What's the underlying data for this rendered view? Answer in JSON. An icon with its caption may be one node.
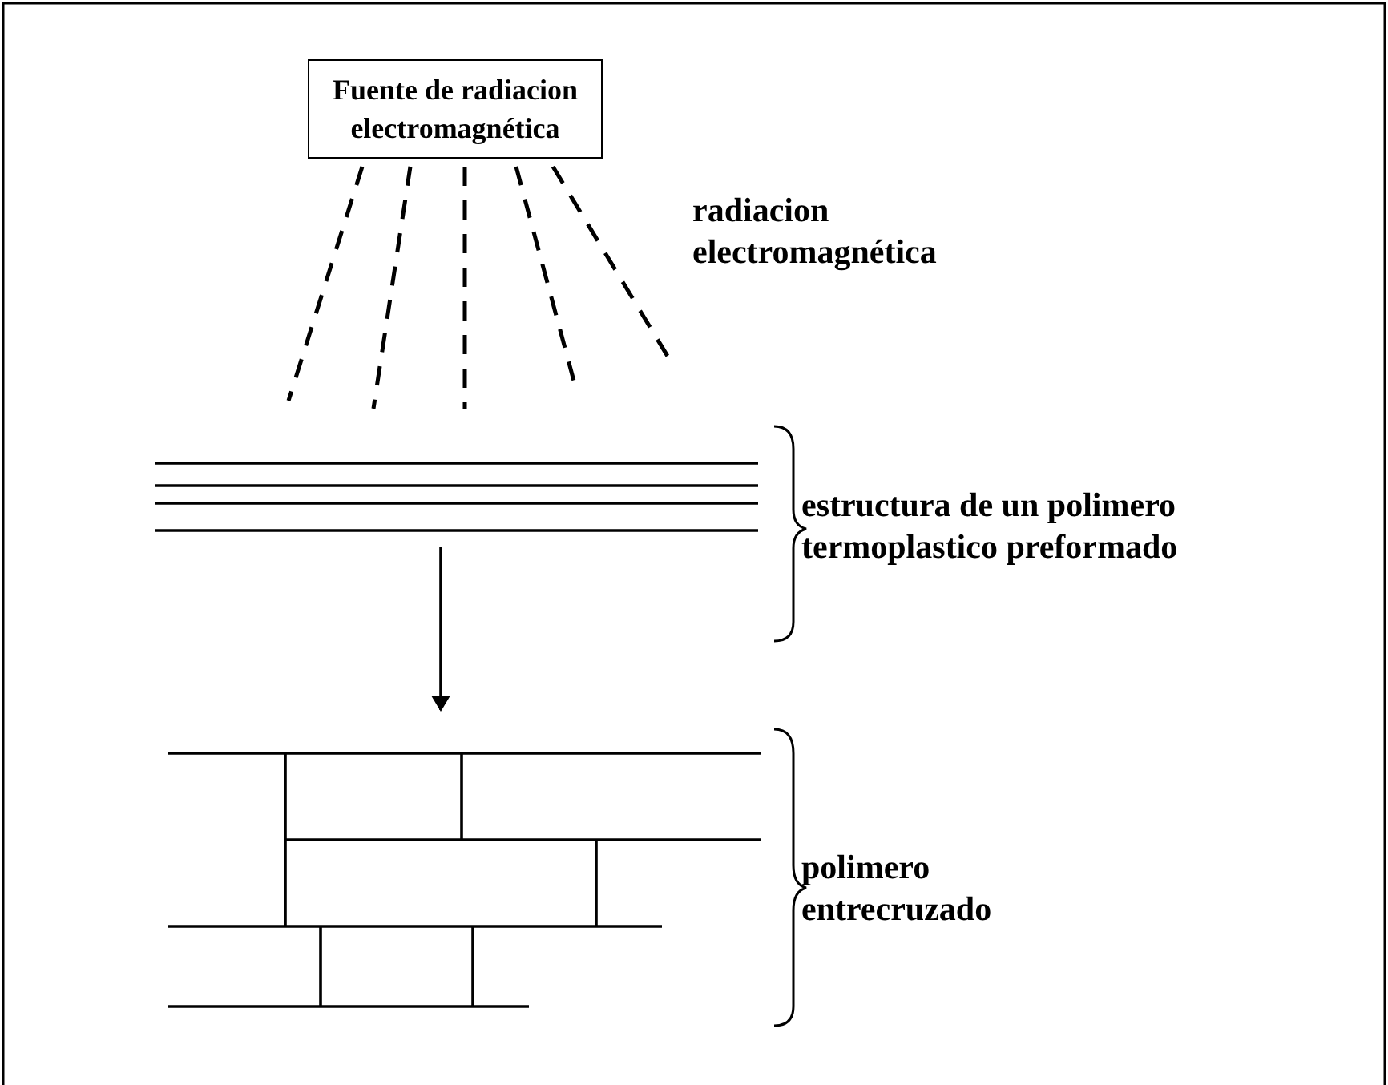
{
  "diagram": {
    "nodes": [
      {
        "text": [
          "Fuente de radiacion electromagnética"
        ]
      },
      {
        "text": [],
        "shape": "picture",
        "beside": [
          "estructura de un polimero termoplastico preformado"
        ]
      },
      {
        "text": [],
        "shape": "picture",
        "beside": [
          "polimero entrecruzado"
        ]
      }
    ],
    "edges": [
      {
        "from": 1,
        "to": 2,
        "arrow": "to"
      }
    ],
    "labels": [
      "radiacion electromagnética"
    ]
  }
}
